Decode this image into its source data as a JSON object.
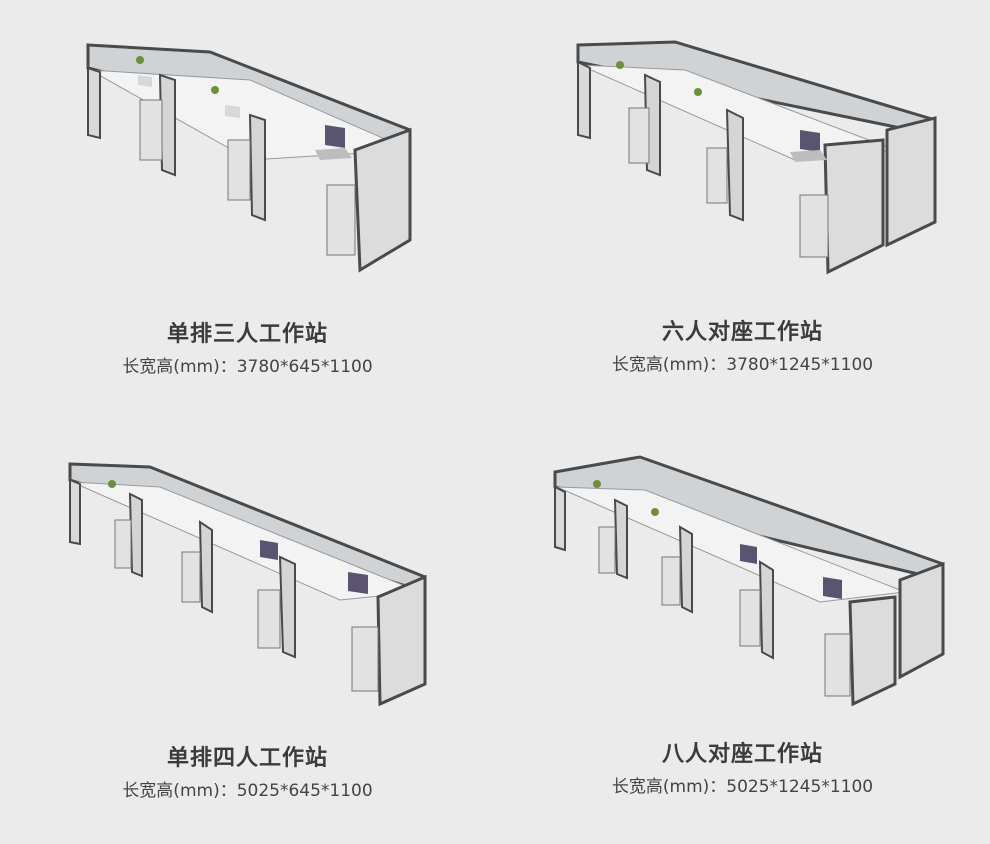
{
  "products": [
    {
      "title": "单排三人工作站",
      "spec": "长宽高(mm)：3780*645*1100"
    },
    {
      "title": "六人对座工作站",
      "spec": "长宽高(mm)：3780*1245*1100"
    },
    {
      "title": "单排四人工作站",
      "spec": "长宽高(mm)：5025*645*1100"
    },
    {
      "title": "八人对座工作站",
      "spec": "长宽高(mm)：5025*1245*1100"
    }
  ],
  "colors": {
    "background": "#ebebeb",
    "frame": "#4a4a4a",
    "panel_glass": "#c9cdd1",
    "desktop": "#f4f4f4",
    "pedestal": "#dcdcdc"
  }
}
